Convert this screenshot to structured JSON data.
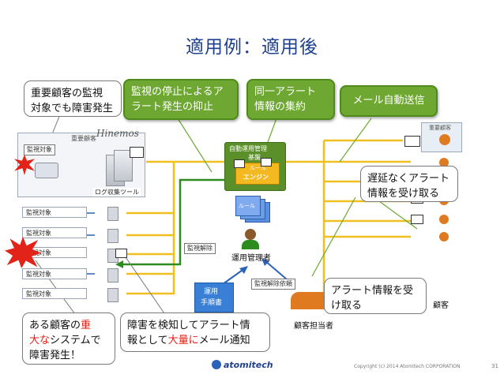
{
  "title": "適用例：適用後",
  "callouts": {
    "important_customer": [
      "重要顧客の監視",
      "対象でも障害発生"
    ],
    "stop_monitoring": [
      "監視の停止によるア",
      "ラート発生の抑止"
    ],
    "aggregate": [
      "同一アラート",
      "情報の集約"
    ],
    "auto_mail": "メール自動送信",
    "no_delay": [
      "遅延なくアラート",
      "情報を受け取る"
    ],
    "receive_alert": [
      "アラート情報を受",
      "け取る"
    ],
    "failure_detect_1": "障害を検知してアラート情",
    "failure_detect_2a": "報として",
    "failure_detect_2b": "大量に",
    "failure_detect_2c": "メール通知",
    "serious_1a": "ある顧客の",
    "serious_1b": "重",
    "serious_2a": "大な",
    "serious_2b": "システムで",
    "serious_3": "障害発生！"
  },
  "labels": {
    "important_customer_box": "重要顧客",
    "monitor_target": "監視対象",
    "log_tool": "ログ収集ツール",
    "auto_ops_title": "自動運用管理",
    "auto_ops_sub": "基盤",
    "rule": "ルール",
    "engine": "エンジン",
    "ops_manager": "運用管理者",
    "cancel_monitor": "監視解除",
    "cancel_request": "監視解除依頼",
    "ops_manual_1": "運用",
    "ops_manual_2": "手順書",
    "customer_staff": "顧客担当者",
    "customer": "顧客",
    "important_customer_right": "重要顧客",
    "hinemos": "Hinemos"
  },
  "monitor_rows": [
    "監視対象",
    "監視対象",
    "監視対象",
    "監視対象",
    "監視対象",
    "監視対象"
  ],
  "footer": {
    "company": "atomitech",
    "copyright": "Copyright (c) 2014 Atomitech CORPORATION",
    "page": "31"
  },
  "colors": {
    "title": "#1f3f8f",
    "green": "#6ea832",
    "yellow_line": "#f0c020",
    "blue_arrow": "#2a63b8",
    "red_accent": "#e2231a",
    "engine_green": "#2e8b1e"
  }
}
